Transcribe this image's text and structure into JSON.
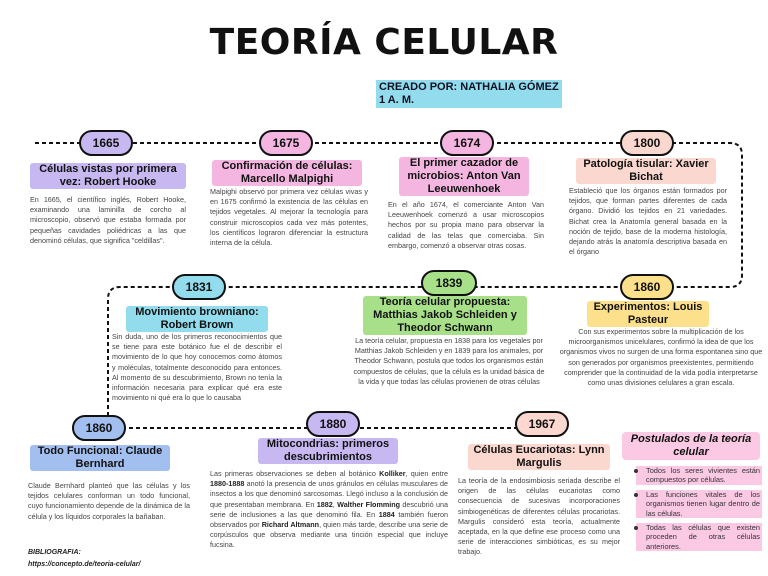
{
  "title": "TEORÍA CELULAR",
  "credit": {
    "line1": "CREADO POR: NATHALIA GÓMEZ",
    "line2": "1 A. M."
  },
  "colors": {
    "purple": "#c8b8f1",
    "pink": "#f4b6e0",
    "green": "#a8e08a",
    "peach": "#fbd8cf",
    "yellow": "#fce08b",
    "cyan": "#92dcee",
    "blue": "#a3bfef"
  },
  "events": [
    {
      "year": "1665",
      "heading": "Células vistas por primera vez: Robert Hooke",
      "description": "En 1665, el científico inglés, Robert Hooke, examinando una laminilla de corcho al microscopio, observó que estaba formada por pequeñas cavidades poliédricas a las que denominó células, que significa \"celdillas\"."
    },
    {
      "year": "1675",
      "heading": "Confirmación de células: Marcello Malpighi",
      "description": "Malpighi observó por primera vez células vivas y en 1675 confirmó la existencia de las células en tejidos vegetales. Al mejorar la tecnología para construir microscopios cada vez más potentes, los científicos lograron diferenciar la estructura interna de la célula."
    },
    {
      "year": "1674",
      "heading": "El primer cazador de microbios: Anton Van Leeuwenhoek",
      "description": "En el año 1674, el comerciante Anton Van Leeuwenhoek comenzó a usar microscopios hechos por su propia mano para observar la calidad de las telas que comerciaba. Sin embargo, comenzó a observar otras cosas."
    },
    {
      "year": "1800",
      "heading": "Patología tisular: Xavier Bichat",
      "description": "Estableció que los órganos están formados por tejidos, que forman partes diferentes de cada órgano. Dividió los tejidos en 21 variedades. Bichat crea la Anatomía general basada en la noción de tejido, base de la moderna histología, dejando atrás la anatomía descriptiva basada en el órgano"
    },
    {
      "year": "1860",
      "heading": "Experimentos: Louis Pasteur",
      "description": "Con sus experimentos sobre la multiplicación de los microorganismos unicelulares, confirmó la idea de que los organismos vivos no surgen de una forma espontanea sino que son generados por organismos preexistentes, permitiendo comprender que la continuidad de la vida podía interpretarse como unas divisiones celulares a gran escala."
    },
    {
      "year": "1839",
      "heading": "Teoría celular propuesta: Matthias Jakob Schleiden y Theodor Schwann",
      "description": "La teoría celular, propuesta en 1838 para los vegetales por Matthias Jakob Schleiden y en 1839 para los animales, por Theodor Schwann, postula que todos los organismos están compuestos de células, que la célula es la unidad básica de la vida y que todas las células provienen de otras células"
    },
    {
      "year": "1831",
      "heading": "Movimiento browniano: Robert Brown",
      "description": "Sin duda, uno de los primeros reconocimientos que se tiene para este botánico fue el de describir el movimiento de lo que hoy conocemos como átomos y moléculas, totalmente desconocido para entonces. Al momento de su descubrimiento, Brown no tenía la información necesaria para explicar qué era este movimiento ni qué era lo que lo causaba"
    },
    {
      "year": "1860",
      "heading": "Todo Funcional: Claude Bernhard",
      "description": "Claude Bernhard planteó que las células y los tejidos celulares conforman un todo funcional, cuyo funcionamiento depende de la dinámica de la célula y los líquidos corporales la bañaban."
    },
    {
      "year": "1880",
      "heading": "Mitocondrias: primeros descubrimientos",
      "description_parts": [
        "Las primeras observaciones se deben al botánico ",
        "Kolliker",
        ", quien entre ",
        "1880-1888",
        " anotó la presencia de unos gránulos en células musculares de insectos a los que denominó sarcosomas. Llegó incluso a la conclusión de que presentaban membrana. En ",
        "1882",
        ", ",
        "Walther Flomming",
        " descubrió una serie de inclusiones a las que denominó fila. En ",
        "1884",
        " también fueron observados por ",
        "Richard Altmann",
        ", quien más tarde, describe una serie de corpúsculos que observa mediante una tinción especial que incluye fucsina."
      ]
    },
    {
      "year": "1967",
      "heading": "Células Eucariotas: Lynn Margulis",
      "description": "La teoría de la endosimbiosis seriada describe el origen de las células eucariotas como consecuencia de sucesivas incorporaciones simbiogenéticas de diferentes células procariotas. Margulis consideró esta teoría, actualmente aceptada, en la que define ese proceso como una serie de interacciones simbióticas, es su mejor trabajo."
    }
  ],
  "postulados": {
    "title": "Postulados de la teoría celular",
    "items": [
      "Todos los seres vivientes están compuestos por células.",
      "Las funciones vitales de los organismos tienen lugar dentro de las células.",
      "Todas las células que existen proceden de otras células anteriores."
    ]
  },
  "bibliography": {
    "label": "BIBLIOGRAFIA:",
    "url": "https://concepto.de/teoria-celular/"
  }
}
